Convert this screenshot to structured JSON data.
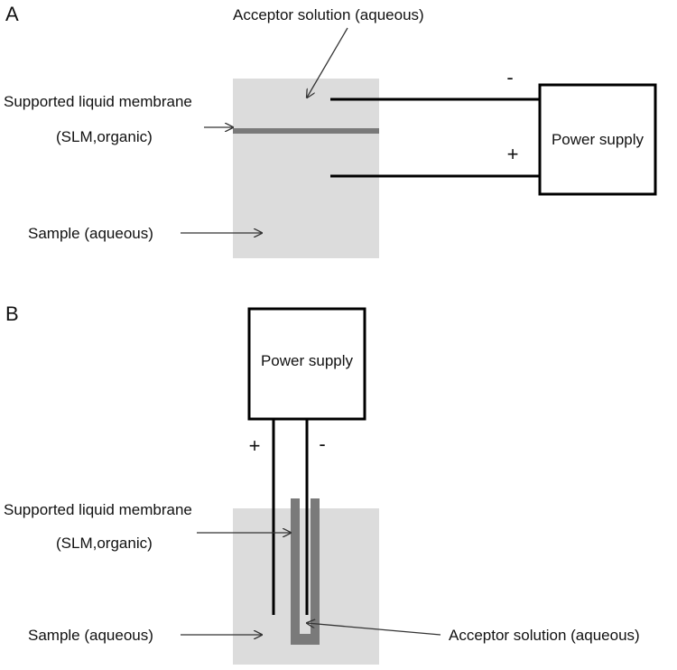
{
  "figure": {
    "panel_a": {
      "panel_label": "A",
      "labels": {
        "acceptor": "Acceptor solution (aqueous)",
        "slm_line1": "Supported liquid membrane",
        "slm_line2": "(SLM,organic)",
        "sample": "Sample (aqueous)",
        "power_supply": "Power supply",
        "minus": "-",
        "plus": "+"
      }
    },
    "panel_b": {
      "panel_label": "B",
      "labels": {
        "power_supply": "Power supply",
        "plus": "+",
        "minus": "-",
        "slm_line1": "Supported liquid membrane",
        "slm_line2": "(SLM,organic)",
        "sample": "Sample (aqueous)",
        "acceptor": "Acceptor solution (aqueous)"
      }
    },
    "colors": {
      "solution": "#dcdcdc",
      "membrane": "#7a7a7a",
      "line": "#000000",
      "arrow": "#333333"
    }
  }
}
